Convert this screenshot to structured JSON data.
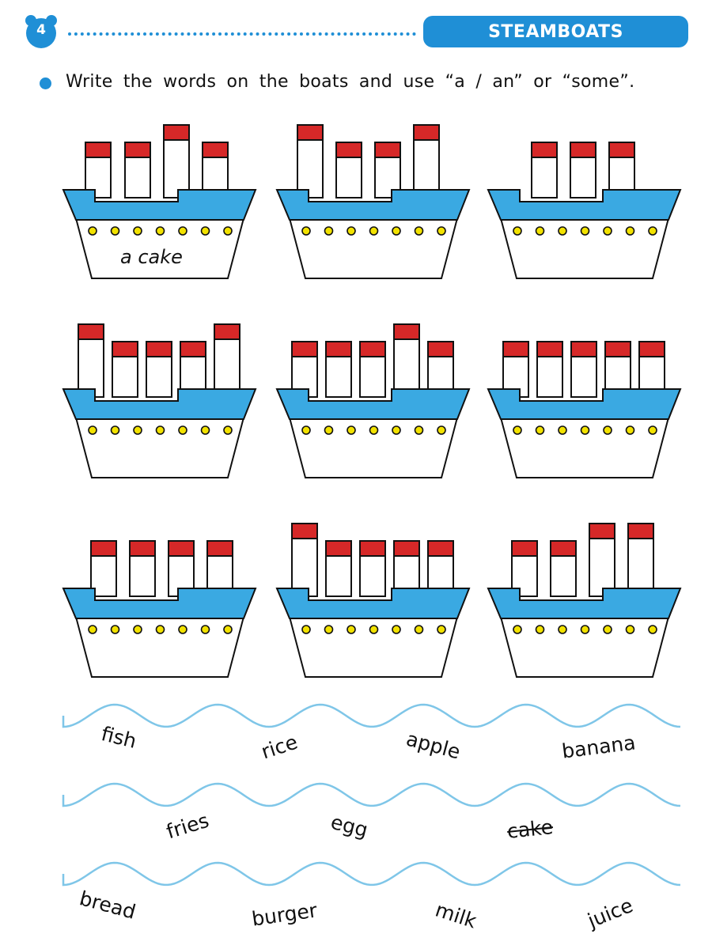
{
  "header": {
    "page_number": "4",
    "title": "STEAMBOATS"
  },
  "instruction": "Write the words on the boats and use “a / an” or “some”.",
  "colors": {
    "accent_blue": "#1f8fd6",
    "deck_blue": "#3aa9e2",
    "chimney_red": "#d62828",
    "porthole_yellow": "#f2e200",
    "wave_blue": "#7fc6e8"
  },
  "boats": [
    {
      "label": "a cake"
    },
    {
      "label": ""
    },
    {
      "label": ""
    },
    {
      "label": ""
    },
    {
      "label": ""
    },
    {
      "label": ""
    },
    {
      "label": ""
    },
    {
      "label": ""
    },
    {
      "label": ""
    }
  ],
  "words": [
    {
      "text": "fish",
      "struck": false
    },
    {
      "text": "rice",
      "struck": false
    },
    {
      "text": "apple",
      "struck": false
    },
    {
      "text": "banana",
      "struck": false
    },
    {
      "text": "fries",
      "struck": false
    },
    {
      "text": "egg",
      "struck": false
    },
    {
      "text": "cake",
      "struck": true
    },
    {
      "text": "bread",
      "struck": false
    },
    {
      "text": "burger",
      "struck": false
    },
    {
      "text": "milk",
      "struck": false
    },
    {
      "text": "juice",
      "struck": false
    }
  ]
}
